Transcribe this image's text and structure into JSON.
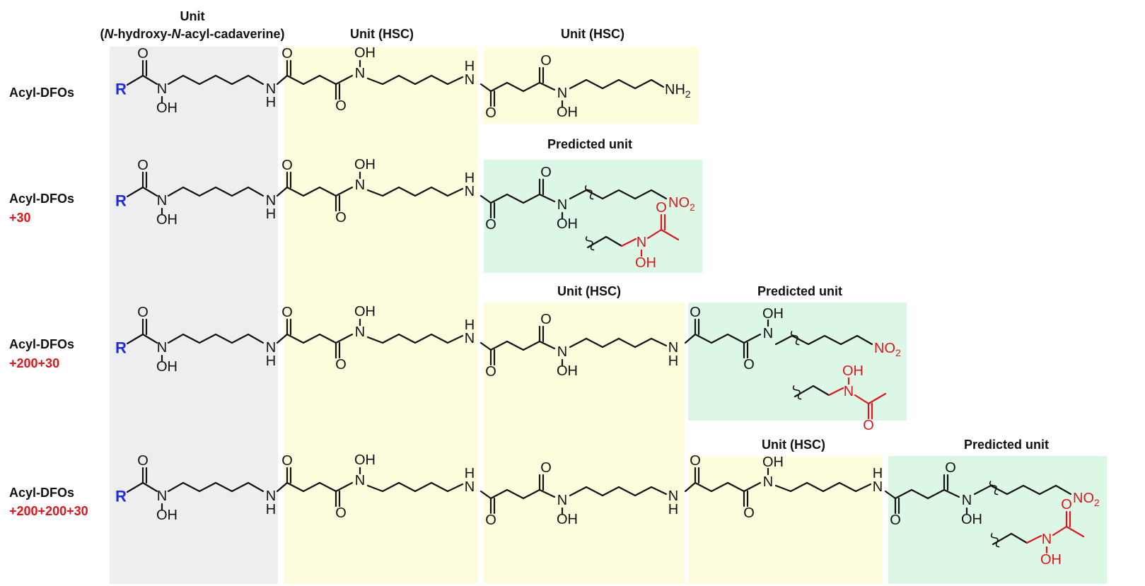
{
  "colors": {
    "gray_region": "#eeeeee",
    "yellow_region": "#fdfddd",
    "green_region": "#dcf7e6",
    "red": "#e0141b",
    "blue": "#1f2bdc",
    "black": "#111111"
  },
  "headers": {
    "first_unit_line1": "Unit",
    "first_unit_open": "(",
    "first_unit_N1": "N",
    "first_unit_mid": "-hydroxy-",
    "first_unit_N2": "N",
    "first_unit_end": "-acyl-cadaverine)",
    "hsc_unit": "Unit (HSC)",
    "predicted_unit": "Predicted unit"
  },
  "rows": [
    {
      "label": "Acyl-DFOs",
      "mass": ""
    },
    {
      "label": "Acyl-DFOs",
      "mass": "+30"
    },
    {
      "label": "Acyl-DFOs",
      "mass": "+200+30"
    },
    {
      "label": "Acyl-DFOs",
      "mass": "+200+200+30"
    }
  ],
  "atoms": {
    "R": "R",
    "O": "O",
    "N": "N",
    "H": "H",
    "OH": "OH",
    "NH2_base": "NH",
    "NH2_sub": "2",
    "NO2_base": "NO",
    "NO2_sub": "2"
  }
}
